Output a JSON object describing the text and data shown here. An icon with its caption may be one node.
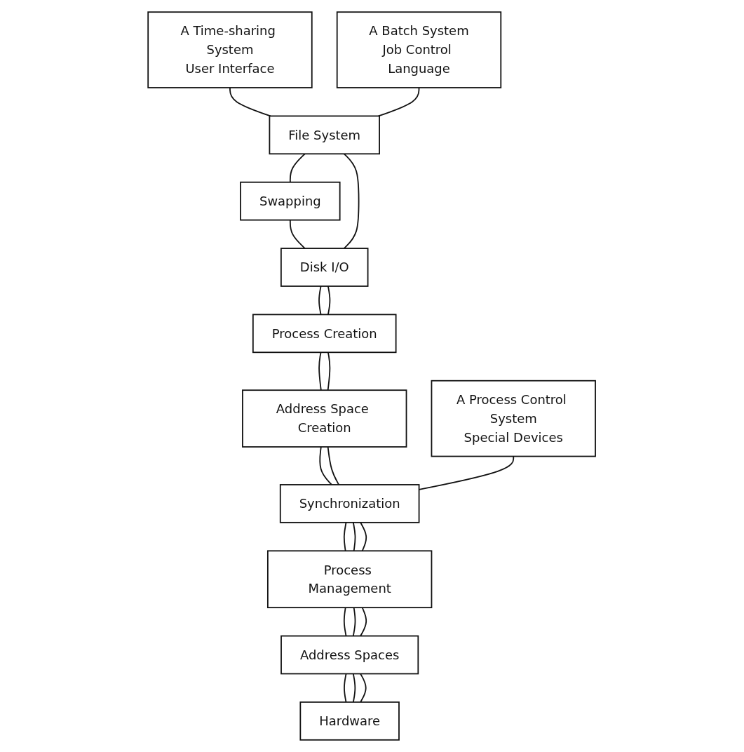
{
  "diagram": {
    "nodes": [
      {
        "text": [
          "A Time-sharing System",
          "User Interface"
        ]
      },
      {
        "text": [
          "A Batch System",
          "Job Control Language"
        ]
      },
      {
        "text": [
          "File System"
        ]
      },
      {
        "text": [
          "Swapping"
        ]
      },
      {
        "text": [
          "Disk I/O"
        ]
      },
      {
        "text": [
          "Process Creation"
        ]
      },
      {
        "text": [
          "A Process Control System",
          "Special Devices"
        ]
      },
      {
        "text": [
          "Address Space Creation"
        ]
      },
      {
        "text": [
          "Synchronization"
        ]
      },
      {
        "text": [
          "Process Management"
        ]
      },
      {
        "text": [
          "Address Spaces"
        ]
      },
      {
        "text": [
          "Hardware"
        ]
      }
    ],
    "edges": [
      {
        "from": 0,
        "to": 2,
        "arrow": "none"
      },
      {
        "from": 2,
        "to": 3,
        "arrow": "none"
      },
      {
        "from": 3,
        "to": 4,
        "arrow": "none"
      },
      {
        "from": 4,
        "to": 5,
        "arrow": "none"
      },
      {
        "from": 5,
        "to": 7,
        "arrow": "none"
      },
      {
        "from": 7,
        "to": 8,
        "arrow": "none"
      },
      {
        "from": 8,
        "to": 9,
        "arrow": "none"
      },
      {
        "from": 9,
        "to": 10,
        "arrow": "none"
      },
      {
        "from": 10,
        "to": 11,
        "arrow": "none"
      },
      {
        "from": 1,
        "to": 2,
        "arrow": "none"
      },
      {
        "from": 2,
        "to": 4,
        "arrow": "none"
      },
      {
        "from": 4,
        "to": 5,
        "arrow": "none"
      },
      {
        "from": 5,
        "to": 7,
        "arrow": "none"
      },
      {
        "from": 7,
        "to": 8,
        "arrow": "none"
      },
      {
        "from": 8,
        "to": 9,
        "arrow": "none"
      },
      {
        "from": 9,
        "to": 10,
        "arrow": "none"
      },
      {
        "from": 10,
        "to": 11,
        "arrow": "none"
      },
      {
        "from": 6,
        "to": 8,
        "arrow": "none"
      },
      {
        "from": 8,
        "to": 9,
        "arrow": "none"
      },
      {
        "from": 9,
        "to": 10,
        "arrow": "none"
      },
      {
        "from": 10,
        "to": 11,
        "arrow": "none"
      }
    ]
  }
}
